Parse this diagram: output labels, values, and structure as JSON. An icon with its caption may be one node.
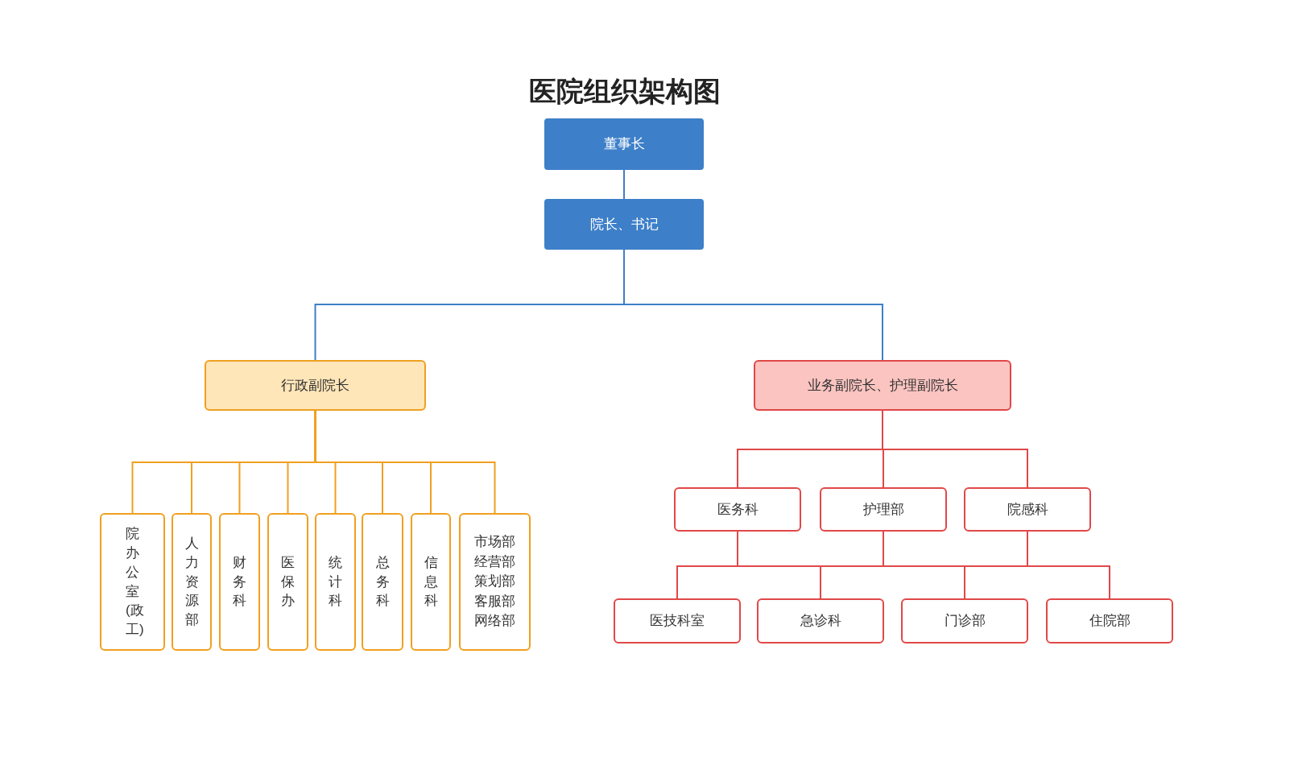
{
  "diagram": {
    "title": "医院组织架构图",
    "nodes": [
      {
        "text": [
          "董事长"
        ]
      },
      {
        "text": [
          "院长、书记"
        ]
      },
      {
        "text": [
          "行政副院长"
        ]
      },
      {
        "text": [
          "业务副院长、护理副院长"
        ]
      },
      {
        "text": [
          "院办公室(政工)"
        ]
      },
      {
        "text": [
          "人力资源部"
        ]
      },
      {
        "text": [
          "财务科"
        ]
      },
      {
        "text": [
          "医保办"
        ]
      },
      {
        "text": [
          "统计科"
        ]
      },
      {
        "text": [
          "总务科"
        ]
      },
      {
        "text": [
          "信息科"
        ]
      },
      {
        "text": [
          "市场部经营部策划部客服部网络部"
        ]
      },
      {
        "text": [
          "医务科"
        ]
      },
      {
        "text": [
          "护理部"
        ]
      },
      {
        "text": [
          "院感科"
        ]
      },
      {
        "text": [
          "医技科室"
        ]
      },
      {
        "text": [
          "急诊科"
        ]
      },
      {
        "text": [
          "门诊部"
        ]
      },
      {
        "text": [
          "住院部"
        ]
      }
    ],
    "edges": [
      {
        "from": 0,
        "to": 1,
        "arrow": "none",
        "color": "#3d7fc9"
      },
      {
        "from": 1,
        "to": 2,
        "arrow": "none",
        "color": "#3d7fc9"
      },
      {
        "from": 1,
        "to": 3,
        "arrow": "none",
        "color": "#3d7fc9"
      },
      {
        "from": 2,
        "to": 4,
        "arrow": "none",
        "color": "#f0a020"
      },
      {
        "from": 2,
        "to": 5,
        "arrow": "none",
        "color": "#f0a020"
      },
      {
        "from": 2,
        "to": 6,
        "arrow": "none",
        "color": "#f0a020"
      },
      {
        "from": 2,
        "to": 7,
        "arrow": "none",
        "color": "#f0a020"
      },
      {
        "from": 2,
        "to": 8,
        "arrow": "none",
        "color": "#f0a020"
      },
      {
        "from": 2,
        "to": 9,
        "arrow": "none",
        "color": "#f0a020"
      },
      {
        "from": 2,
        "to": 10,
        "arrow": "none",
        "color": "#f0a020"
      },
      {
        "from": 2,
        "to": 11,
        "arrow": "none",
        "color": "#f0a020"
      },
      {
        "from": 3,
        "to": 12,
        "arrow": "none"
      },
      {
        "from": 3,
        "to": 13,
        "arrow": "none"
      },
      {
        "from": 3,
        "to": 14,
        "arrow": "none"
      },
      {
        "from": 12,
        "to": 15,
        "arrow": "none"
      },
      {
        "from": 12,
        "to": 16,
        "arrow": "none"
      },
      {
        "from": 12,
        "to": 17,
        "arrow": "none"
      },
      {
        "from": 12,
        "to": 18,
        "arrow": "none"
      },
      {
        "from": 13,
        "to": 15,
        "arrow": "none"
      },
      {
        "from": 13,
        "to": 16,
        "arrow": "none"
      },
      {
        "from": 13,
        "to": 17,
        "arrow": "none"
      },
      {
        "from": 13,
        "to": 18,
        "arrow": "none"
      },
      {
        "from": 14,
        "to": 15,
        "arrow": "none"
      },
      {
        "from": 14,
        "to": 16,
        "arrow": "none"
      },
      {
        "from": 14,
        "to": 17,
        "arrow": "none"
      },
      {
        "from": 14,
        "to": 18,
        "arrow": "none"
      }
    ]
  }
}
